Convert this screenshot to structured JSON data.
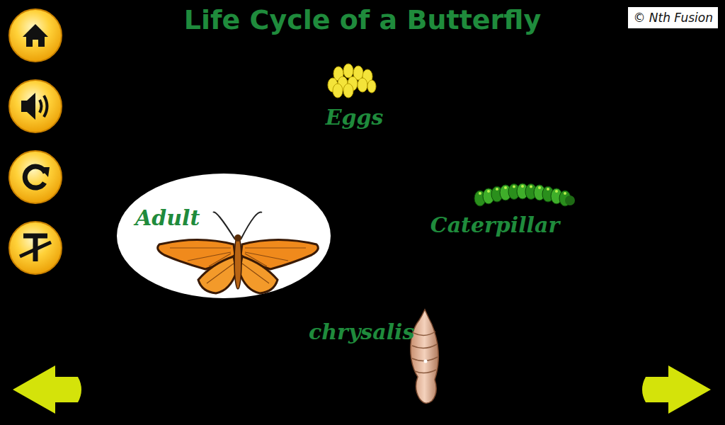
{
  "diagram": {
    "title": "Life Cycle of a Butterfly",
    "nodes": [
      {
        "text": [
          "Eggs"
        ]
      },
      {
        "text": [
          "Caterpillar"
        ]
      },
      {
        "text": [
          "chrysalis"
        ]
      },
      {
        "text": [
          "Adult"
        ]
      }
    ],
    "edges": [
      {
        "from": 0,
        "to": 1,
        "arrow": "to"
      },
      {
        "from": 1,
        "to": 2,
        "arrow": "to"
      },
      {
        "from": 2,
        "to": 3,
        "arrow": "to"
      },
      {
        "from": 3,
        "to": 0,
        "arrow": "to"
      }
    ],
    "labels": [
      "© Nth Fusion"
    ]
  }
}
